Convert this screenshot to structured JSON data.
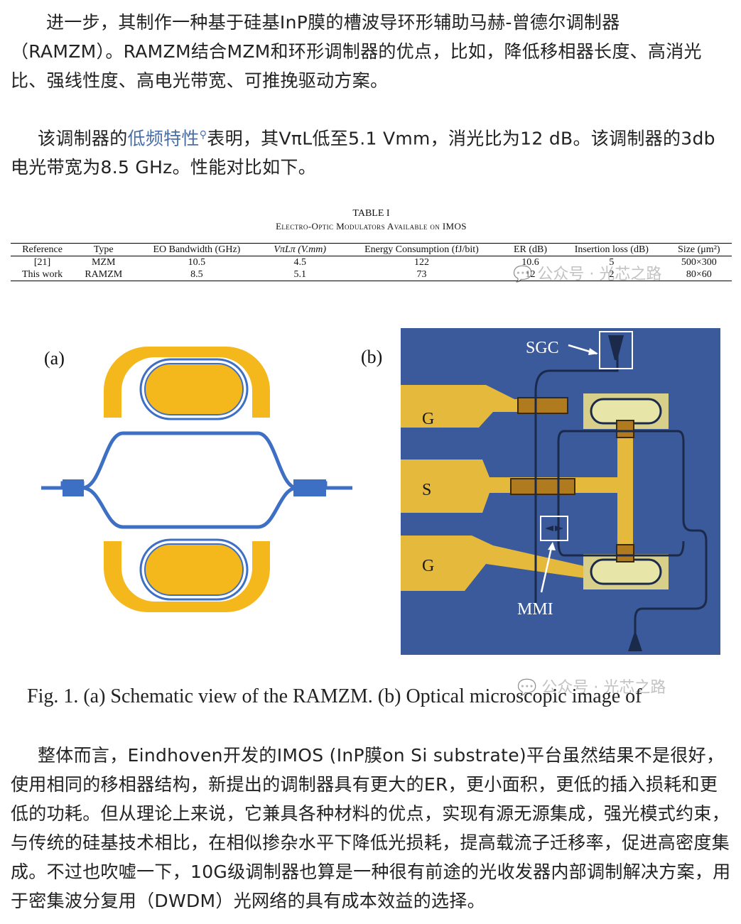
{
  "intro": {
    "paragraph1": "进一步，其制作一种基于硅基InP膜的槽波导环形辅助马赫-曾德尔调制器（RAMZM）。RAMZM结合MZM和环形调制器的优点，比如，降低移相器长度、高消光比、强线性度、高电光带宽、可推挽驱动方案。",
    "paragraph2_pre": "该调制器的",
    "paragraph2_link": "低频特性",
    "paragraph2_post": "表明，其VπL低至5.1 Vmm，消光比为12 dB。该调制器的3db电光带宽为8.5 GHz。性能对比如下。"
  },
  "table": {
    "caption": "TABLE I",
    "subtitle": "Electro-Optic Modulators Available on IMOS",
    "headers": [
      "Reference",
      "Type",
      "EO Bandwidth (GHz)",
      "VπLπ (V.mm)",
      "Energy Consumption (fJ/bit)",
      "ER (dB)",
      "Insertion loss (dB)",
      "Size (μm²)"
    ],
    "rows": [
      [
        "[21]",
        "MZM",
        "10.5",
        "4.5",
        "122",
        "10.6",
        "5",
        "500×300"
      ],
      [
        "This work",
        "RAMZM",
        "8.5",
        "5.1",
        "73",
        "12",
        "2",
        "80×60"
      ]
    ]
  },
  "figure": {
    "label_a": "(a)",
    "label_b": "(b)",
    "sgc_label": "SGC",
    "mmi_label": "MMI",
    "pad_g_top": "G",
    "pad_s": "S",
    "pad_g_bottom": "G",
    "caption": "Fig. 1.    (a) Schematic view of the RAMZM. (b) Optical microscopic image of"
  },
  "watermark": "公众号 · 光芯之路",
  "conclusion": "整体而言，Eindhoven开发的IMOS (InP膜on Si substrate)平台虽然结果不是很好，使用相同的移相器结构，新提出的调制器具有更大的ER，更小面积，更低的插入损耗和更低的功耗。但从理论上来说，它兼具各种材料的优点，实现有源无源集成，强光模式约束，与传统的硅基技术相比，在相似掺杂水平下降低光损耗，提高载流子迁移率，促进高密度集成。不过也吹嘘一下，10G级调制器也算是一种很有前途的光收发器内部调制解决方案，用于密集波分复用（DWDM）光网络的具有成本效益的选择。",
  "colors": {
    "gold": "#f4b81c",
    "waveguide": "#3d6fc4",
    "micro_bg": "#3a5a9c",
    "link": "#4a6fa5"
  }
}
